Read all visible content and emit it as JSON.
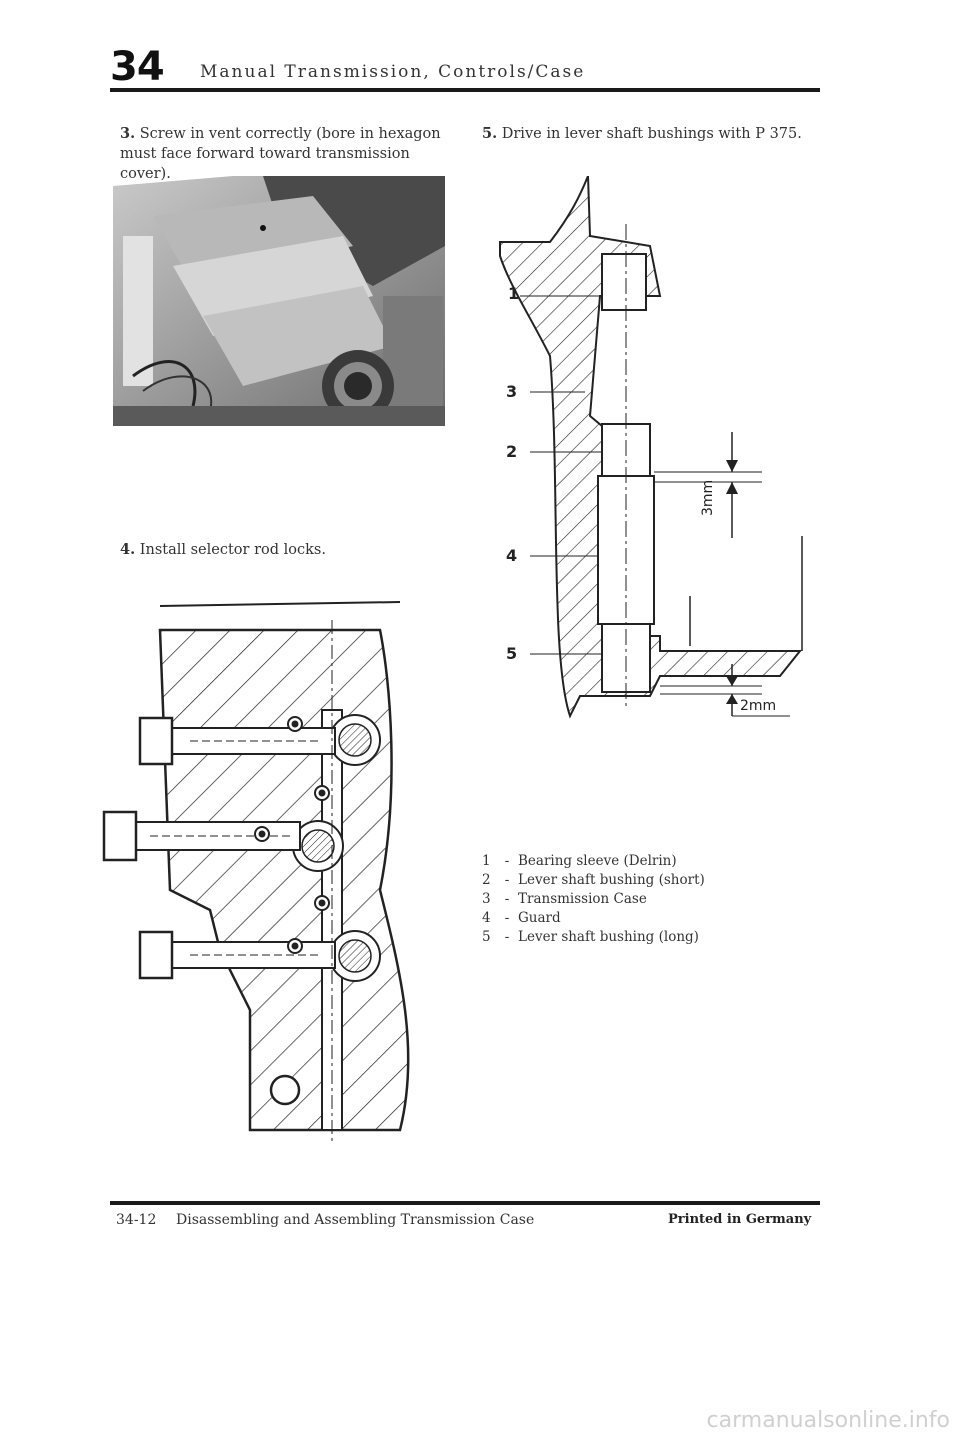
{
  "header": {
    "chapter_number": "34",
    "chapter_title": "Manual Transmission, Controls/Case"
  },
  "steps": {
    "step3": {
      "number": "3.",
      "text": "Screw in vent correctly (bore in hexagon must face forward toward transmission cover)."
    },
    "step4": {
      "number": "4.",
      "text": "Install selector rod locks."
    },
    "step5": {
      "number": "5.",
      "text": "Drive in lever shaft bushings with P 375."
    }
  },
  "diagram": {
    "callouts": [
      "1",
      "3",
      "2",
      "4",
      "5"
    ],
    "dim_top": "3mm",
    "dim_bottom": "2mm"
  },
  "legend": [
    {
      "num": "1",
      "text": "Bearing sleeve (Delrin)"
    },
    {
      "num": "2",
      "text": "Lever shaft bushing (short)"
    },
    {
      "num": "3",
      "text": "Transmission Case"
    },
    {
      "num": "4",
      "text": "Guard"
    },
    {
      "num": "5",
      "text": "Lever shaft bushing (long)"
    }
  ],
  "legend_separator": "-",
  "footer": {
    "page_number": "34-12",
    "title": "Disassembling and Assembling Transmission Case",
    "printed": "Printed in Germany"
  },
  "watermark": "carmanualsonline.info"
}
